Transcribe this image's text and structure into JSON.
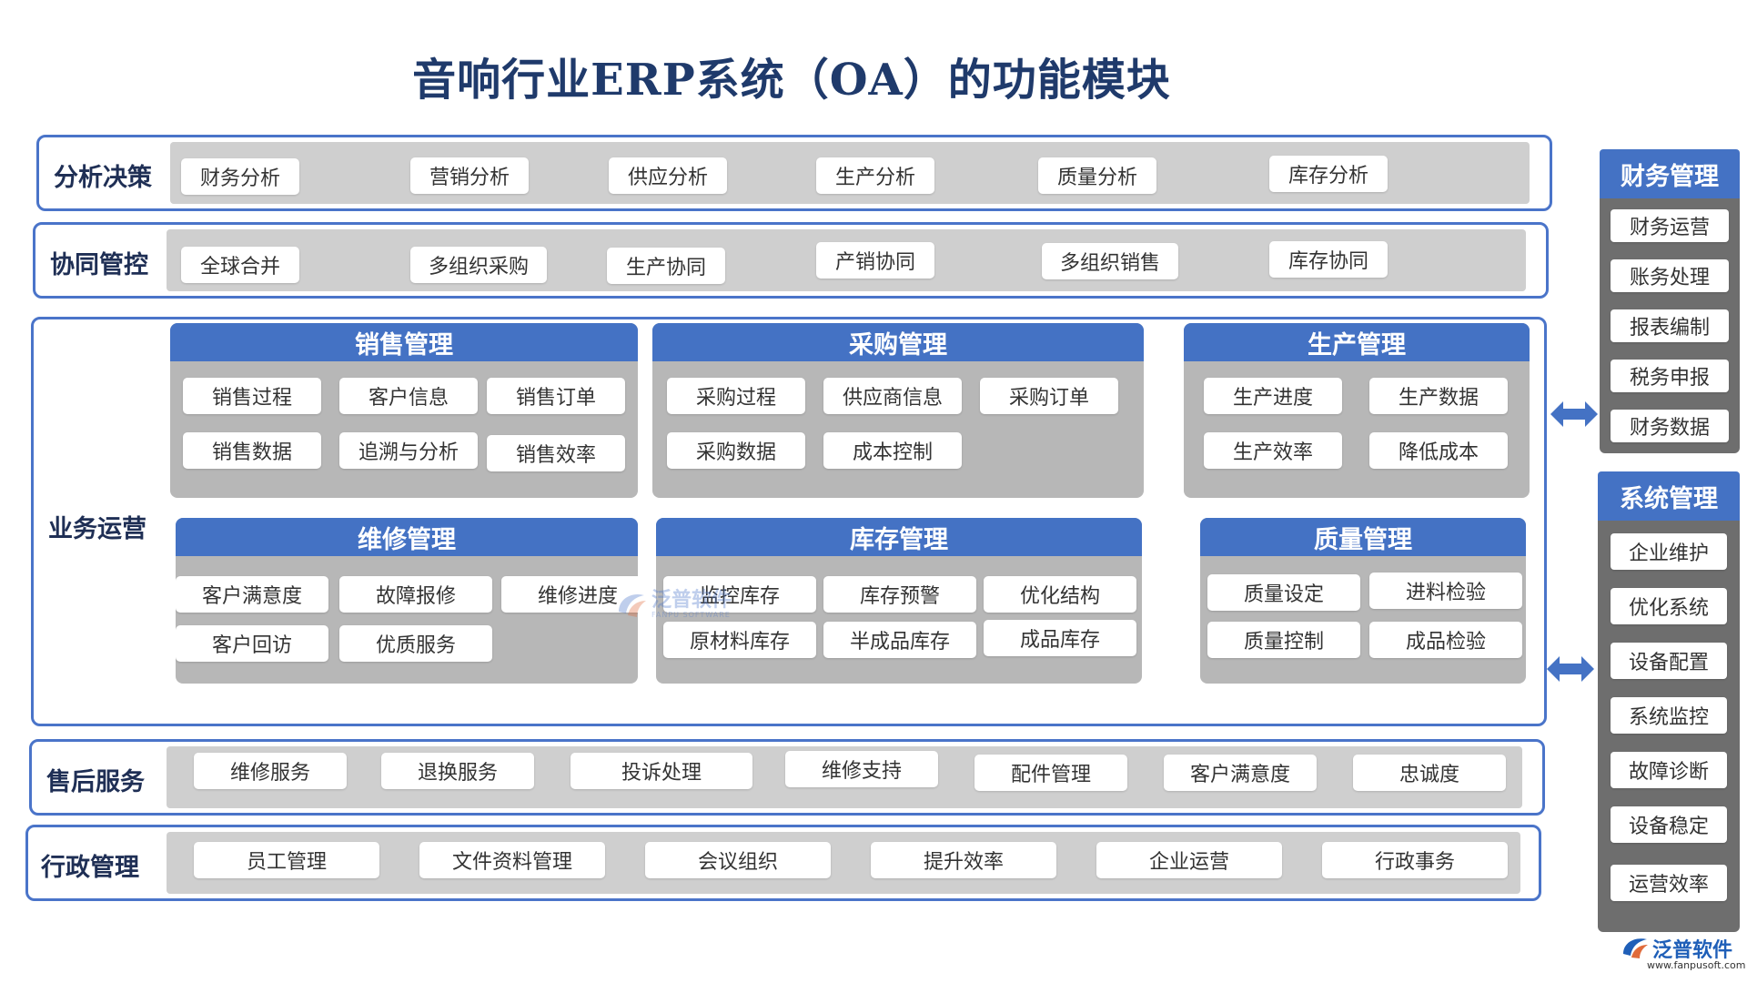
{
  "title": "音响行业ERP系统（OA）的功能模块",
  "analysis": {
    "label": "分析决策",
    "items": [
      "财务分析",
      "营销分析",
      "供应分析",
      "生产分析",
      "质量分析",
      "库存分析"
    ]
  },
  "collab": {
    "label": "协同管控",
    "items": [
      "全球合并",
      "多组织采购",
      "生产协同",
      "产销协同",
      "多组织销售",
      "库存协同"
    ]
  },
  "business": {
    "label": "业务运营",
    "sales": {
      "title": "销售管理",
      "items": [
        "销售过程",
        "客户信息",
        "销售订单",
        "销售数据",
        "追溯与分析",
        "销售效率"
      ]
    },
    "purchase": {
      "title": "采购管理",
      "items": [
        "采购过程",
        "供应商信息",
        "采购订单",
        "采购数据",
        "成本控制"
      ]
    },
    "production": {
      "title": "生产管理",
      "items": [
        "生产进度",
        "生产数据",
        "生产效率",
        "降低成本"
      ]
    },
    "repair": {
      "title": "维修管理",
      "items": [
        "客户满意度",
        "故障报修",
        "维修进度",
        "客户回访",
        "优质服务"
      ]
    },
    "inventory": {
      "title": "库存管理",
      "items": [
        "监控库存",
        "库存预警",
        "优化结构",
        "原材料库存",
        "半成品库存",
        "成品库存"
      ]
    },
    "quality": {
      "title": "质量管理",
      "items": [
        "质量设定",
        "进料检验",
        "质量控制",
        "成品检验"
      ]
    }
  },
  "aftersales": {
    "label": "售后服务",
    "items": [
      "维修服务",
      "退换服务",
      "投诉处理",
      "维修支持",
      "配件管理",
      "客户满意度",
      "忠诚度"
    ]
  },
  "admin": {
    "label": "行政管理",
    "items": [
      "员工管理",
      "文件资料管理",
      "会议组织",
      "提升效率",
      "企业运营",
      "行政事务"
    ]
  },
  "finance_panel": {
    "title": "财务管理",
    "items": [
      "财务运营",
      "账务处理",
      "报表编制",
      "税务申报",
      "财务数据"
    ]
  },
  "system_panel": {
    "title": "系统管理",
    "items": [
      "企业维护",
      "优化系统",
      "设备配置",
      "系统监控",
      "故障诊断",
      "设备稳定",
      "运营效率"
    ]
  },
  "watermark": {
    "name": "泛普软件",
    "sub": "FANPU SOFTWARE"
  },
  "logo": {
    "name": "泛普软件",
    "url": "www.fanpusoft.com"
  },
  "colors": {
    "accent": "#4472c4",
    "border": "#4a74c9",
    "bar": "#cfcfcf",
    "module_bg": "#b7b7b7",
    "panel_bg": "#6e6e6e",
    "title": "#1f3a6b"
  }
}
